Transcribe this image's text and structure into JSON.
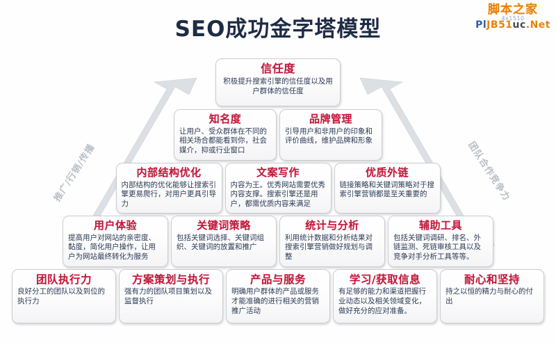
{
  "title": "SEO成功金字塔模型",
  "watermark": {
    "cn": "脚本之家",
    "sub": "4x1510",
    "en_prefix": "Pl",
    "en_b": "JB51",
    "en_suffix": "uc",
    "en_tail": ".Net",
    "full": "脚本之家 JB51.Net"
  },
  "colors": {
    "title_text": "#1f2b45",
    "card_title": "#c3173b",
    "card_body": "#2b3a55",
    "card_border": "#c9ccd2",
    "arrow_fill": "#d9dde2",
    "arrow_label": "#b9bfc7",
    "watermark_orange": "#e8820c"
  },
  "arrows": {
    "left_label": "推广/行销/传播",
    "right_label": "团队合作竞争力"
  },
  "pyramid": {
    "rows": [
      {
        "level": 1,
        "cards": [
          {
            "title": "信任度",
            "body": "积极提升搜索引擎的信任度以及用户群体的信任度"
          }
        ]
      },
      {
        "level": 2,
        "cards": [
          {
            "title": "知名度",
            "body": "让用户、受众群体在不同的相关场合都能看到你，社会媒介，抑或行业窗口"
          },
          {
            "title": "品牌管理",
            "body": "引导用户和非用户的印象和评价曲线，维护品牌和形象"
          }
        ]
      },
      {
        "level": 3,
        "cards": [
          {
            "title": "内部结构优化",
            "body": "内部结构的优化能够让搜索引擎更易爬行，对用户更具引导力"
          },
          {
            "title": "文案写作",
            "body": "内容为王。优秀网站需要优秀内容支撑。搜索引擎还是用户，都需优质内容来满足"
          },
          {
            "title": "优质外链",
            "body": "链接策略和关键词策略对于搜索引擎营销都是至关重要的"
          }
        ]
      },
      {
        "level": 4,
        "cards": [
          {
            "title": "用户体验",
            "body": "提高用户对网站的亲密度、黏度，简化用户操作，让用户为网站最终转化为服务"
          },
          {
            "title": "关键词策略",
            "body": "包括关键词选择、关键词组织、关键词的放置和推广"
          },
          {
            "title": "统计与分析",
            "body": "利用统计数据和分析结果对搜索引擎营销做好规划与调整"
          },
          {
            "title": "辅助工具",
            "body": "包括关键词调研、排名、外链监测、死链审核工具以及竞争对手分析工具等等。"
          }
        ]
      },
      {
        "level": 5,
        "cards": [
          {
            "title": "团队执行力",
            "body": "良好分工的团队以及到位的执行力"
          },
          {
            "title": "方案策划与执行",
            "body": "强有力的团队项目策划以及监督执行"
          },
          {
            "title": "产品与服务",
            "body": "明确用户群体的产品或服务才能准确的进行相关的营销推广活动"
          },
          {
            "title": "学习/获取信息",
            "body": "有足够的能力和渠道把握行业动态以及相关领域变化，做好充分的应对准备。"
          },
          {
            "title": "耐心和坚持",
            "body": "持之以恒的精力与耐心的付出"
          }
        ]
      }
    ]
  }
}
